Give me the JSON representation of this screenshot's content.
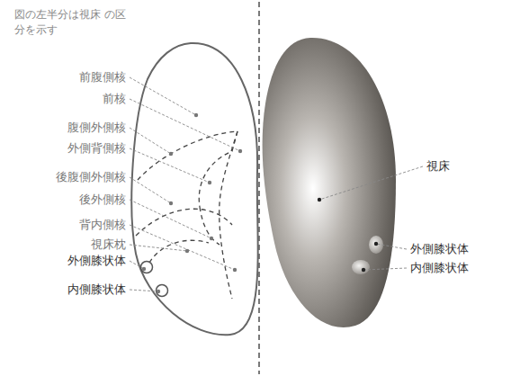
{
  "diagram": {
    "labels": [
      "図の左半分は視床 の区分を示す",
      "前腹側核",
      "前核",
      "腹側外側核",
      "外側背側核",
      "後腹側外側核",
      "後外側核",
      "背内側核",
      "視床枕",
      "外側膝状体",
      "内側膝状体",
      "視床",
      "外側膝状体",
      "内側膝状体"
    ]
  }
}
